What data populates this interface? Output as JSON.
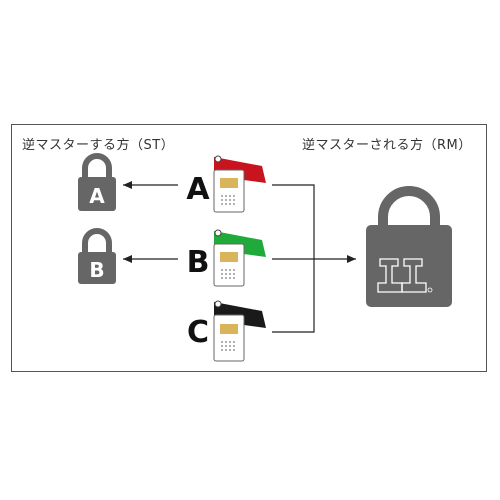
{
  "headings": {
    "left": "逆マスターする方（ST）",
    "right": "逆マスターされる方（RM）"
  },
  "keys": [
    {
      "letter": "A",
      "tag_color": "#c8141e"
    },
    {
      "letter": "B",
      "tag_color": "#1faa3a"
    },
    {
      "letter": "C",
      "tag_color": "#1a1a1a"
    }
  ],
  "locks": [
    {
      "letter": "A"
    },
    {
      "letter": "B"
    }
  ],
  "colors": {
    "lock_gray": "#666666",
    "arrow": "#222222",
    "frame": "#555555"
  },
  "icons": {
    "small_lock": "padlock-icon",
    "master_lock": "master-padlock-icon",
    "key_card": "key-card-icon"
  }
}
